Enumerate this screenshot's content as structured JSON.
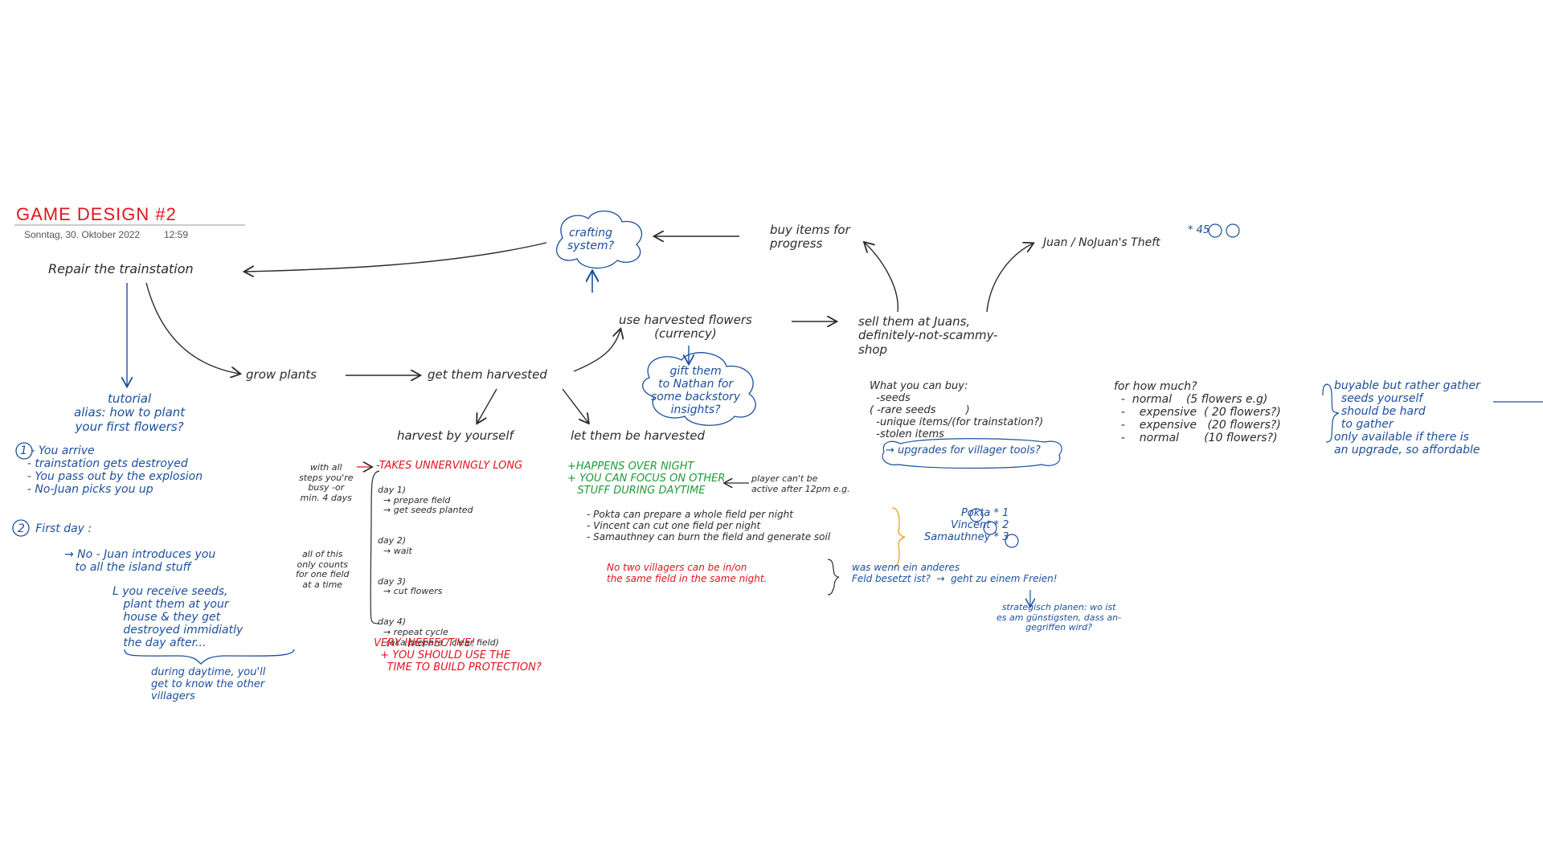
{
  "header": {
    "title": "GAME DESIGN #2",
    "date": "Sonntag, 30. Oktober 2022",
    "time": "12:59"
  },
  "nodes": {
    "repair": "Repair the trainstation",
    "crafting": "crafting\nsystem?",
    "buy_items": "buy items for\nprogress",
    "theft": "Juan / NoJuan's Theft",
    "theft_marks": "* 45",
    "use_flowers": "use harvested flowers\n(currency)",
    "sell": "sell them at Juans,\ndefinitely-not-scammy-\nshop",
    "gift": "gift them\nto Nathan for\nsome backstory\ninsights?",
    "grow": "grow plants",
    "get_harvested": "get them harvested",
    "harvest_self": "harvest by yourself",
    "let_harvested": "let them be harvested",
    "tutorial": "tutorial\nalias: how to plant\nyour first flowers?"
  },
  "intro": {
    "arrive": "1 - You arrive\n  - trainstation gets destroyed\n  - You pass out by the explosion\n  - No-Juan picks you up",
    "first_day": "2   First day :",
    "introduces": "→ No - Juan introduces you\n   to all the island stuff",
    "receive": "L you receive seeds,\n   plant them at your\n   house & they get\n   destroyed immidiatly\n   the day after...",
    "daytime": "during daytime, you'll\nget to know the other\nvillagers"
  },
  "harvest_self": {
    "with_all": "with all\nsteps you're\nbusy -or\nmin. 4 days",
    "takes": "-TAKES UNNERVINGLY LONG",
    "all_of_this": "all of this\nonly counts\nfor one field\nat a time",
    "days": "day 1)\n  → prepare field\n  → get seeds planted\n\n\nday 2)\n  → wait\n\n\nday 3)\n  → cut flowers\n\n\nday 4)\n  → repeat cycle\n   (aka prepare / clear field)",
    "ineffective": "VERY INEFFECTIVE!\n  + YOU SHOULD USE THE\n    TIME TO BUILD PROTECTION?"
  },
  "let_harvested": {
    "plus": "+HAPPENS OVER NIGHT\n+ YOU CAN FOCUS ON OTHER\n   STUFF DURING DAYTIME",
    "player": "player can't be\nactive after 12pm e.g.",
    "villagers_tasks": "- Pokta can prepare a whole field per night\n- Vincent can cut one field per night\n- Samauthney can burn the field and generate soil",
    "names": "Pokta * 1\nVincent * 2\nSamauthney * 3",
    "no_two": "No two villagers can be in/on\nthe same field in the same night.",
    "was_wenn": "was wenn ein anderes\nFeld besetzt ist?  →  geht zu einem Freien!",
    "strategisch": "strategisch planen: wo ist\nes am günstigsten, dass an-\ngegriffen wird?"
  },
  "shop": {
    "what_buy": "What you can buy:\n  -seeds\n( -rare seeds         )\n  -unique items/(for trainstation?)\n  -stolen items",
    "upgrades": "→ upgrades for villager tools?"
  },
  "pricing": {
    "how_much": "for how much?\n  -  normal    (5 flowers e.g)\n  -    expensive  ( 20 flowers?)\n  -    expensive   (20 flowers?)\n  -    normal       (10 flowers?)",
    "buyable": "buyable but rather gather\n  seeds yourself\n  should be hard\n  to gather\nonly available if there is\nan upgrade, so affordable"
  }
}
